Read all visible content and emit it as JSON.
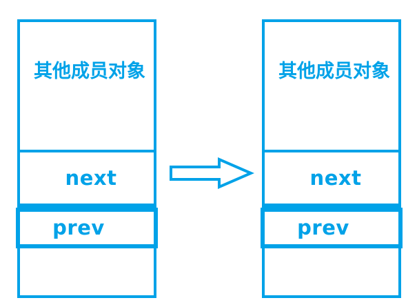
{
  "diagram": {
    "title": "doubly linked list node pointer diagram",
    "accent_color": "#00A2E8",
    "background_color": "#ffffff",
    "arrow": {
      "icon": "block-arrow-right-icon",
      "direction": "right",
      "style": "hollow-outline"
    },
    "nodes": [
      {
        "id": "left",
        "members_label": "其他成员对象",
        "next_label": "next",
        "prev_label": "prev",
        "highlighted_cell": "prev"
      },
      {
        "id": "right",
        "members_label": "其他成员对象",
        "next_label": "next",
        "prev_label": "prev",
        "highlighted_cell": "prev"
      }
    ]
  }
}
